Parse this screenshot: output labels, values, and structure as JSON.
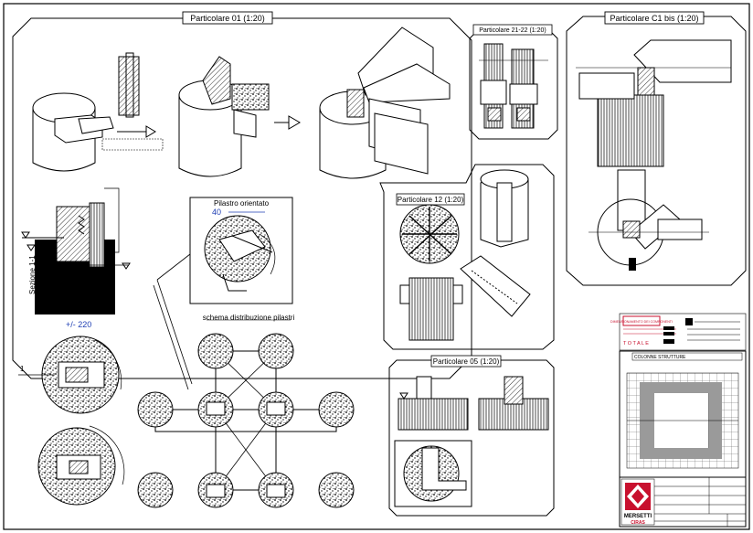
{
  "details": {
    "d01": "Particolare 01 (1:20)",
    "d2122": "Particolare 21-22 (1:20)",
    "dc1": "Particolare C1 bis (1:20)",
    "d12": "Particolare 12 (1:20)",
    "d05": "Particolare 05 (1:20)"
  },
  "labels": {
    "pilastro": "Pilastro orientato",
    "pilastro_dim": "40",
    "sezione": "Sezione 1-1",
    "quota": "+/- 220",
    "schema": "schema distribuzione pilastri",
    "section_mark": "1"
  },
  "legend": {
    "red_header": "DIMENSIONAMENTO DEI COMPONENTI",
    "totale": "T O T A L E"
  },
  "plan": {
    "title": "COLONNE STRUTTURE"
  },
  "titleblock": {
    "company": "MERSETTI",
    "sub": "CIRAS"
  },
  "colors": {
    "ink": "#000000",
    "blue": "#1f3fb4",
    "red": "#c8102e",
    "fill_gray": "#9a9a9a"
  }
}
